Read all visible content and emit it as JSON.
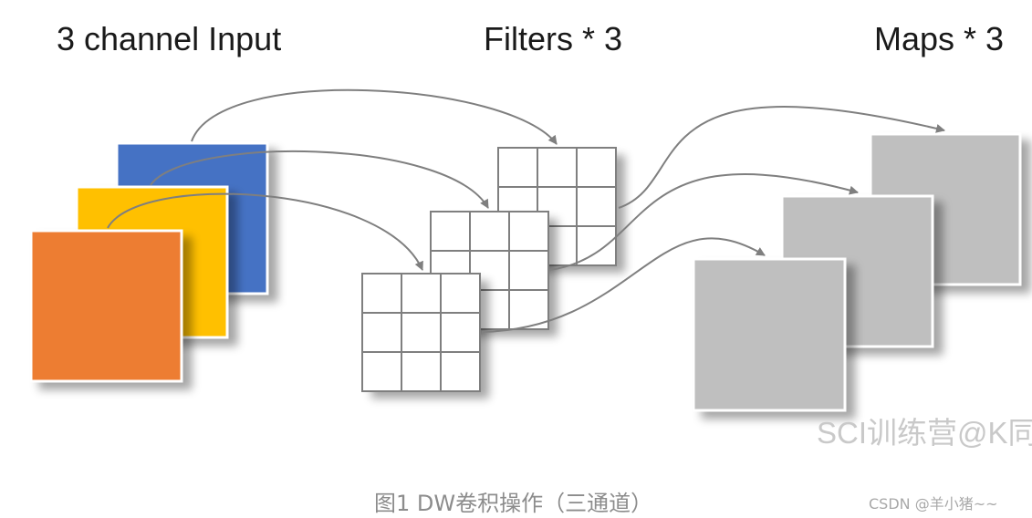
{
  "titles": {
    "input": "3 channel Input",
    "filters": "Filters * 3",
    "maps": "Maps * 3"
  },
  "watermark": "SCI训练营@K同",
  "caption": "图1 DW卷积操作（三通道）",
  "credit": "CSDN @羊小猪~~",
  "colors": {
    "channel_blue": "#4472C4",
    "channel_yellow": "#FFC000",
    "channel_orange": "#ED7D31",
    "filter_grid": "#7f7f7f",
    "map_gray": "#bfbfbf",
    "arrow": "#7f7f7f"
  },
  "filter_grid": {
    "rows": 3,
    "cols": 3
  }
}
